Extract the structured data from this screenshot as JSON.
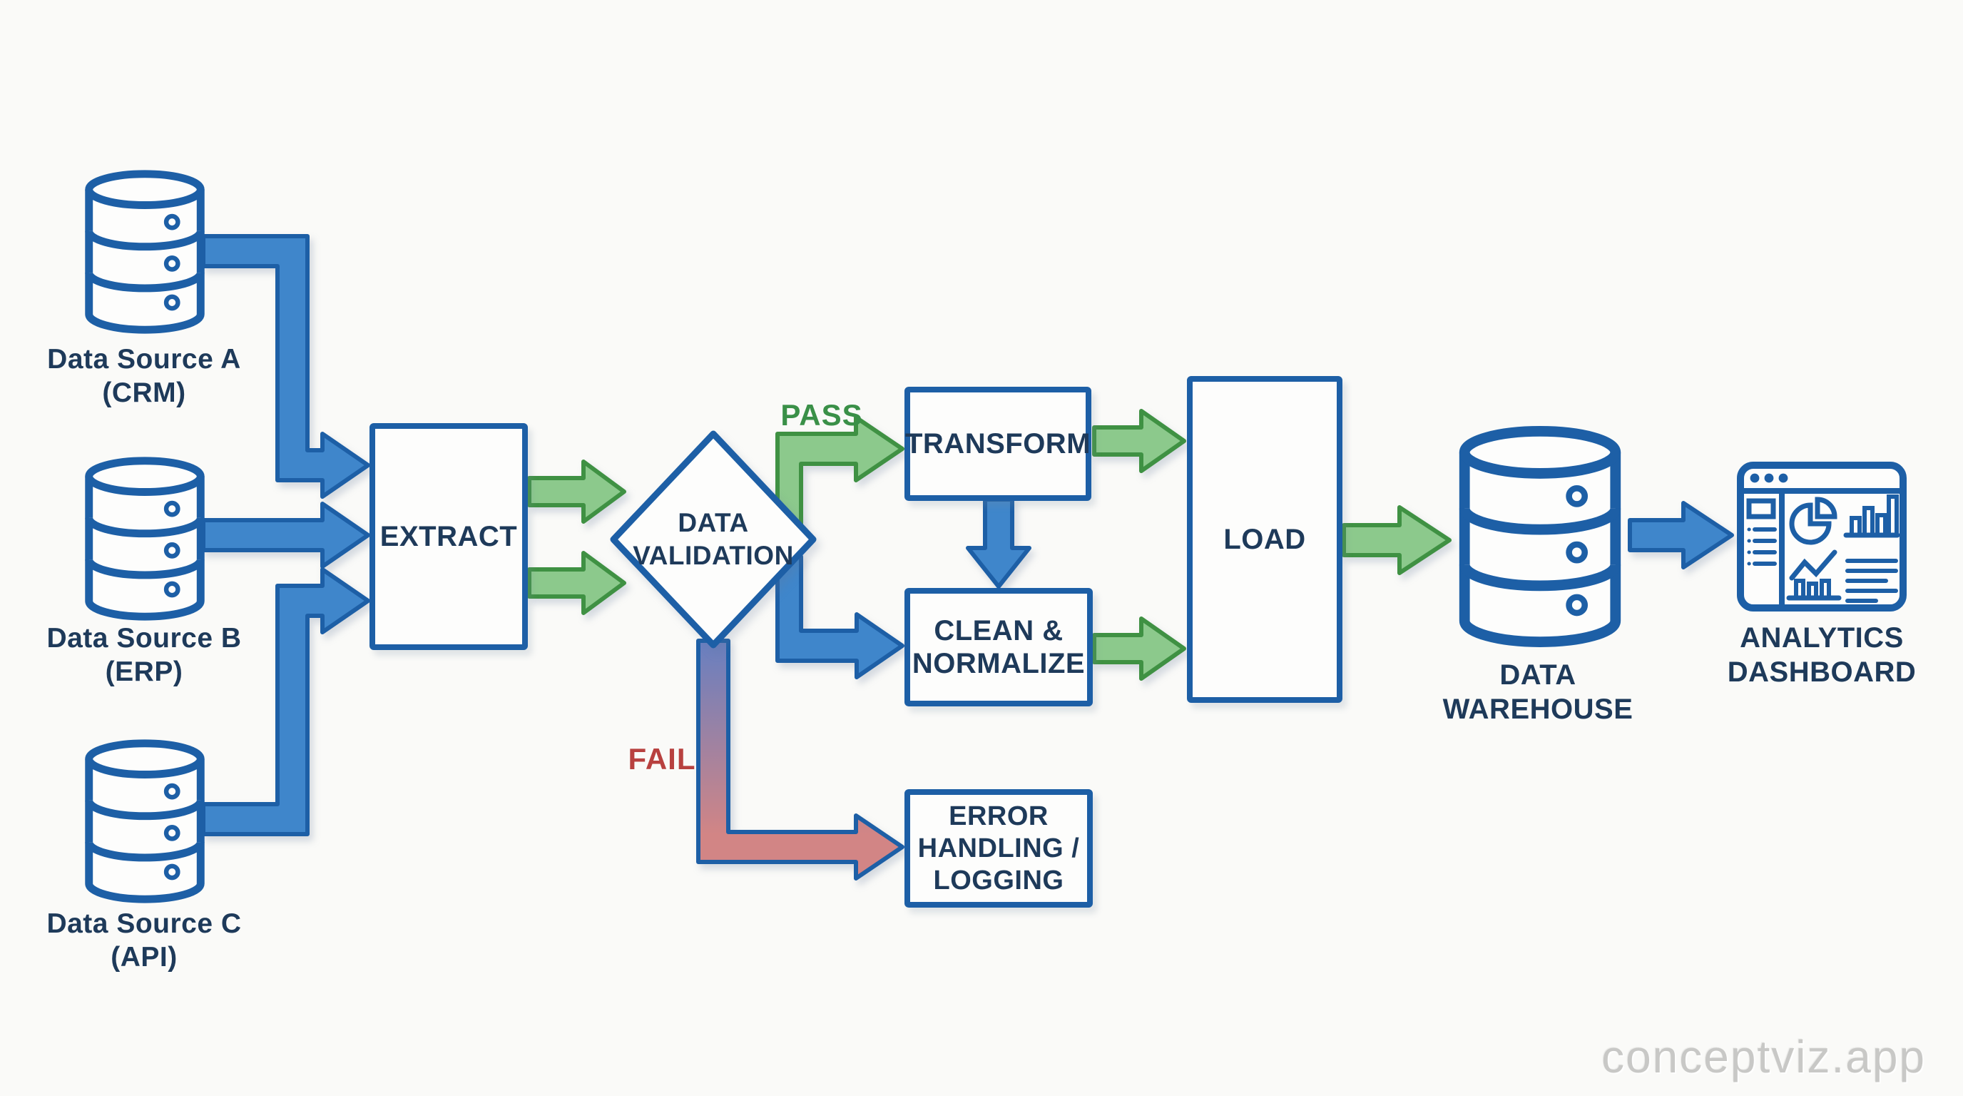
{
  "sources": [
    {
      "name": "Data Source A",
      "system": "(CRM)"
    },
    {
      "name": "Data Source B",
      "system": "(ERP)"
    },
    {
      "name": "Data Source C",
      "system": "(API)"
    }
  ],
  "pipeline": {
    "extract": "EXTRACT",
    "validation_line1": "DATA",
    "validation_line2": "VALIDATION",
    "transform": "TRANSFORM",
    "clean_line1": "CLEAN &",
    "clean_line2": "NORMALIZE",
    "error_line1": "ERROR",
    "error_line2": "HANDLING /",
    "error_line3": "LOGGING",
    "load": "LOAD"
  },
  "outputs": {
    "warehouse_line1": "DATA",
    "warehouse_line2": "WAREHOUSE",
    "dashboard_line1": "ANALYTICS",
    "dashboard_line2": "DASHBOARD"
  },
  "edge_labels": {
    "pass": "PASS",
    "fail": "FAIL"
  },
  "watermark": "conceptviz.app",
  "colors": {
    "blue-border": "#1d5fa6",
    "arrow-blue": "#3f86cb",
    "arrow-green-fill": "#8cc98c",
    "green-border": "#3f9143",
    "pass-green": "#3a9048",
    "fail-red": "#b8413f",
    "fail-fill": "#d28585",
    "fail-gradient-top": "#687fc0",
    "navy-text": "#1e3a5a",
    "box-fill": "#fdfdfc",
    "background": "#fafaf8",
    "watermark-gray": "#c8c8c6"
  }
}
